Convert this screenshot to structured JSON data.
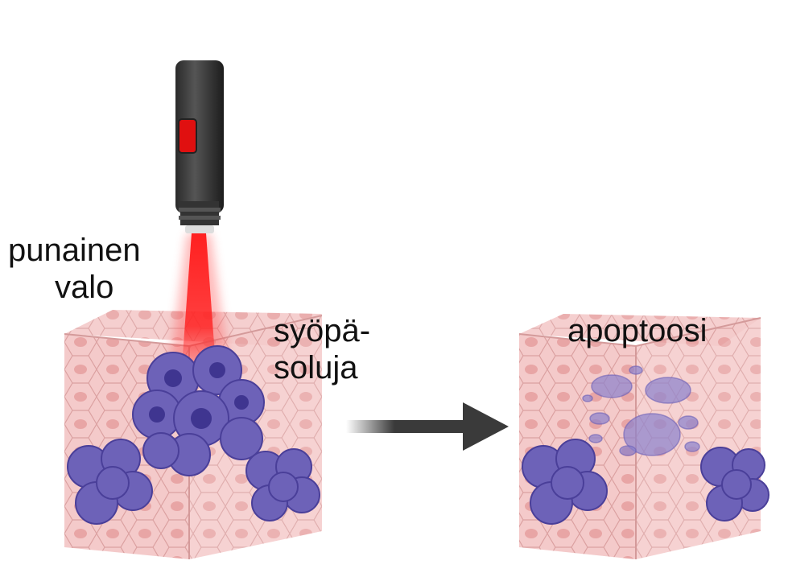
{
  "labels": {
    "light_line1": "punainen",
    "light_line2": "valo",
    "cancer_line1": "syöpä-",
    "cancer_line2": "soluja",
    "apoptosis": "apoptoosi"
  },
  "colors": {
    "tissue": "#f2c4c4",
    "tissue_edge": "#d99a9a",
    "cell_nucleus": "#e8a9a9",
    "cancer": "#6a5fb5",
    "cancer_dark": "#3f3590",
    "beam": "#ff1a1a",
    "arrow": "#3a3a3a"
  }
}
